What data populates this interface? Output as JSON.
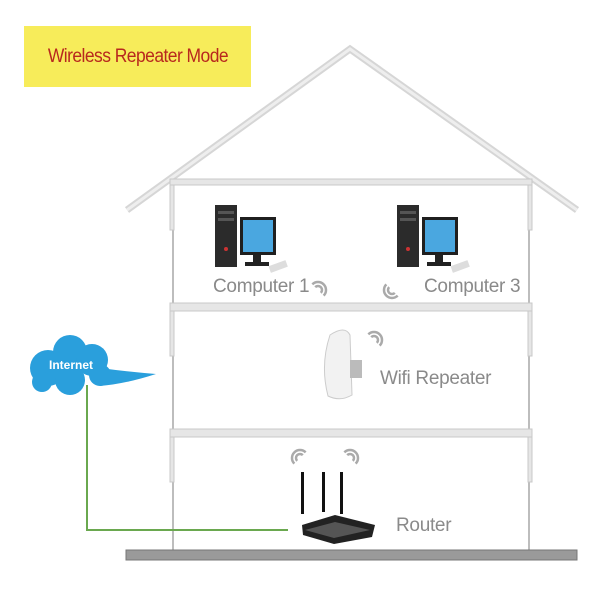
{
  "title": "Wireless Repeater Mode",
  "cloud_label": "Internet",
  "devices": {
    "computer1": "Computer 1",
    "computer3": "Computer 3",
    "repeater": "Wifi Repeater",
    "router": "Router"
  },
  "colors": {
    "title_bg": "#f7ec5a",
    "title_text": "#b8281e",
    "cloud": "#2a9fdc",
    "cable": "#6aa84f"
  }
}
